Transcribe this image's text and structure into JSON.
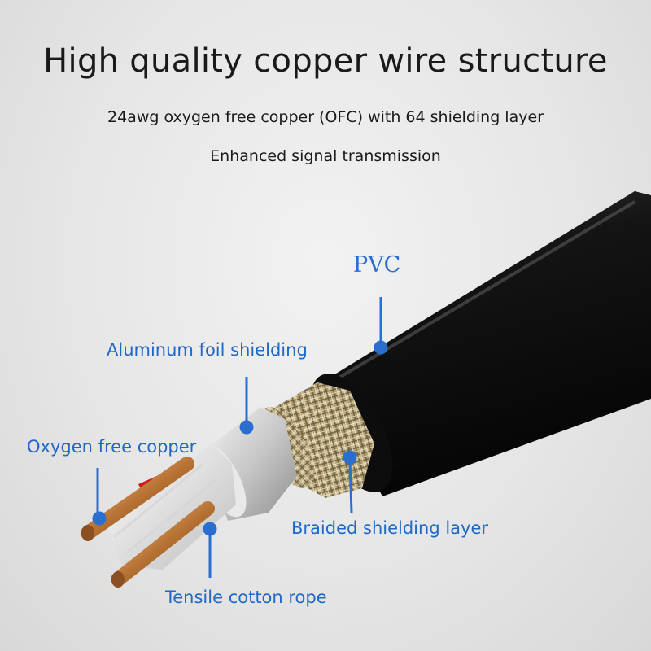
{
  "header": {
    "title": "High quality copper wire structure",
    "spec": "24awg oxygen free copper (OFC) with 64 shielding layer",
    "tagline": "Enhanced signal transmission"
  },
  "callouts": {
    "pvc": "PVC",
    "aluminum": "Aluminum foil shielding",
    "copper": "Oxygen free copper",
    "braided": "Braided shielding layer",
    "cotton": "Tensile cotton rope"
  },
  "colors": {
    "callout_blue": "#1f68c8",
    "jacket": "#111111",
    "braid": "#c9b98a",
    "copper": "#b87333"
  }
}
